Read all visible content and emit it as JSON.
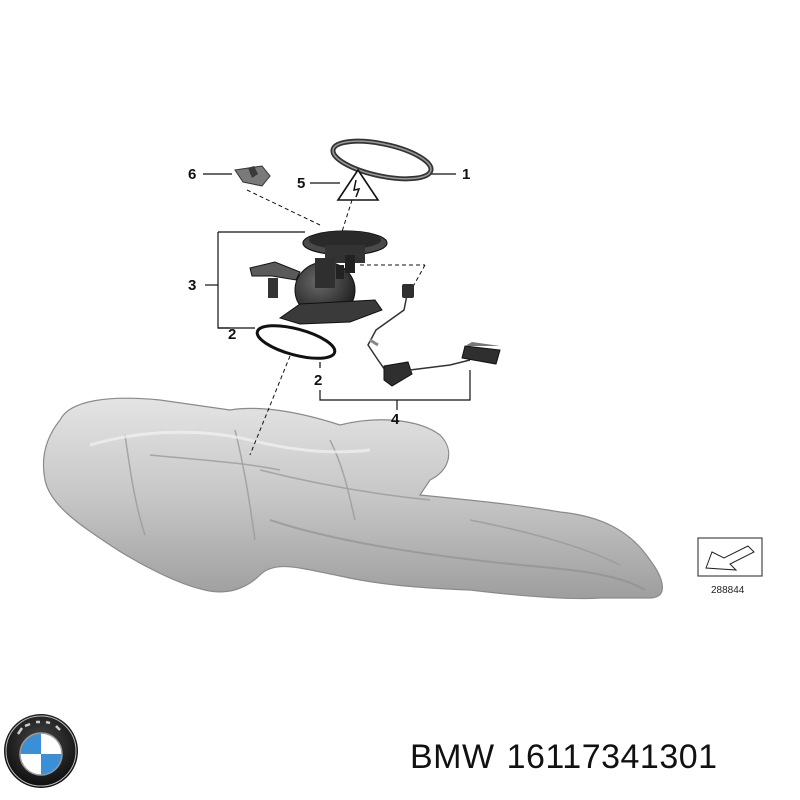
{
  "callouts": {
    "c1": "1",
    "c2a": "2",
    "c2b": "2",
    "c3": "3",
    "c4": "4",
    "c5": "5",
    "c6": "6"
  },
  "reference": {
    "number": "288844"
  },
  "caption": {
    "brand": "BMW",
    "part_number": "16117341301"
  },
  "colors": {
    "tank_fill": "#c9c9c9",
    "tank_shadow": "#a8a8a8",
    "part_dark": "#2b2b2b",
    "bmw_blue": "#3a8fd6"
  },
  "icons": {
    "logo": "bmw-roundel-logo",
    "warning": "electrical-hazard-triangle-icon"
  }
}
